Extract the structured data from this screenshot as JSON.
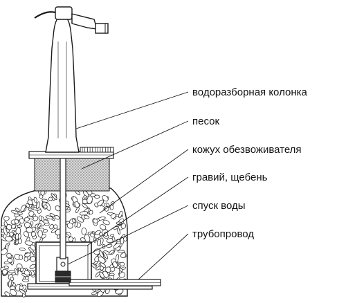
{
  "diagram": {
    "labels": [
      {
        "id": "hydrant",
        "text": "водоразборная колонка"
      },
      {
        "id": "sand",
        "text": "песок"
      },
      {
        "id": "casing",
        "text": "кожух обезвоживателя"
      },
      {
        "id": "gravel",
        "text": "гравий, щебень"
      },
      {
        "id": "drain",
        "text": "спуск воды"
      },
      {
        "id": "pipeline",
        "text": "трубопровод"
      }
    ],
    "colors": {
      "stroke": "#1a1a1a",
      "text": "#111111",
      "sand_fill": "#c9c9c9",
      "background": "#ffffff"
    }
  }
}
